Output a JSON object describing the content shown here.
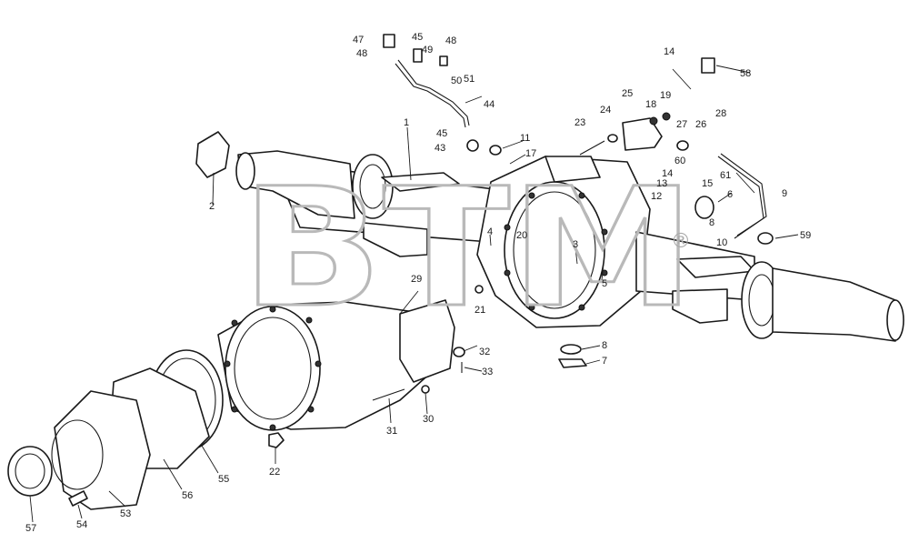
{
  "watermark": {
    "text": "BTM",
    "mark": "®",
    "color": "#b9b9b9"
  },
  "callouts": {
    "c1": "1",
    "c2": "2",
    "c3": "3",
    "c4": "4",
    "c5": "5",
    "c6": "6",
    "c7": "7",
    "c8a": "8",
    "c8b": "8",
    "c9": "9",
    "c10": "10",
    "c11": "11",
    "c12": "12",
    "c13": "13",
    "c14a": "14",
    "c14b": "14",
    "c15": "15",
    "c17": "17",
    "c18": "18",
    "c19": "19",
    "c20": "20",
    "c21": "21",
    "c22": "22",
    "c23": "23",
    "c24": "24",
    "c25": "25",
    "c26": "26",
    "c27": "27",
    "c28": "28",
    "c29": "29",
    "c30": "30",
    "c31": "31",
    "c32": "32",
    "c33": "33",
    "c43": "43",
    "c44": "44",
    "c45a": "45",
    "c45b": "45",
    "c47": "47",
    "c48a": "48",
    "c48b": "48",
    "c49": "49",
    "c50": "50",
    "c51": "51",
    "c53": "53",
    "c54": "54",
    "c55": "55",
    "c56": "56",
    "c57": "57",
    "c58": "58",
    "c59": "59",
    "c60": "60",
    "c61": "61"
  }
}
